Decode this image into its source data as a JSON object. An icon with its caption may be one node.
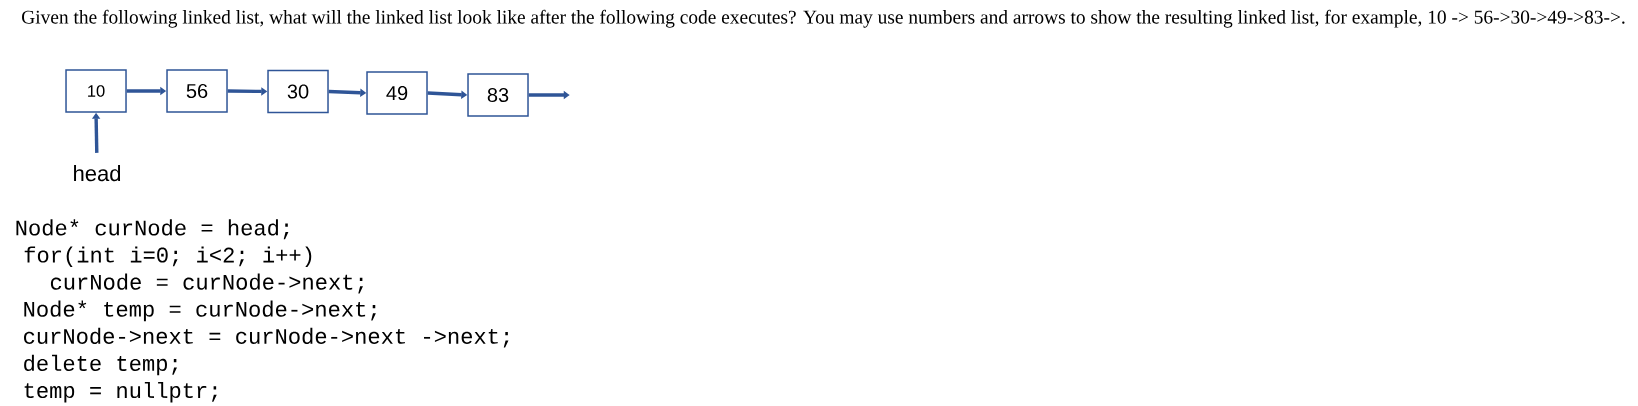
{
  "diagram": {
    "title": "Given the following linked list, what will the linked list look like after the following code executes? You may use numbers and arrows to show the resulting linked list, for example, 10 -> 56->30->49->83->.",
    "nodes": [
      {
        "text": [
          "10"
        ]
      },
      {
        "text": [
          "56"
        ]
      },
      {
        "text": [
          "30"
        ]
      },
      {
        "text": [
          "49"
        ]
      },
      {
        "text": [
          "83"
        ]
      },
      {
        "text": [
          "head"
        ]
      }
    ],
    "edges": [
      {
        "from": 0,
        "to": 1,
        "arrow": "to"
      },
      {
        "from": 1,
        "to": 2,
        "arrow": "to"
      },
      {
        "from": 2,
        "to": 3,
        "arrow": "to"
      },
      {
        "from": 3,
        "to": 4,
        "arrow": "to"
      },
      {
        "from": 4,
        "to": null,
        "arrow": "to"
      },
      {
        "from": 5,
        "to": 0,
        "arrow": "to"
      }
    ],
    "labels": [
      "Node* curNode = head;",
      "for(int i=0; i<2; i++)",
      "curNode = curNode->next;",
      "Node* temp = curNode->next;",
      "curNode->next = curNode->next ->next;",
      "delete temp;",
      "temp = nullptr;"
    ]
  }
}
